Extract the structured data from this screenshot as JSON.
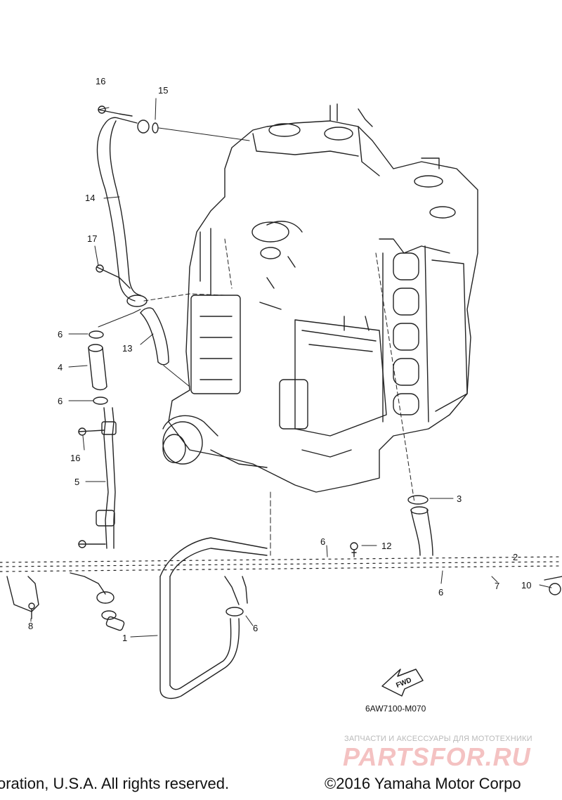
{
  "callouts": {
    "c16a": "16",
    "c15": "15",
    "c14": "14",
    "c17": "17",
    "c6a": "6",
    "c13": "13",
    "c4": "4",
    "c6b": "6",
    "c16b": "16",
    "c5": "5",
    "c3": "3",
    "c6c": "6",
    "c12": "12",
    "c2": "2",
    "c6d": "6",
    "c7": "7",
    "c10": "10",
    "c8": "8",
    "c1": "1",
    "c6e": "6"
  },
  "fwd_label": "FWD",
  "ref_code": "6AW7100-M070",
  "footer": {
    "left": "oration, U.S.A. All rights reserved.",
    "right": "©2016 Yamaha Motor Corpo"
  },
  "watermark": {
    "tagline": "ЗАПЧАСТИ И АКСЕССУАРЫ ДЛЯ МОТОТЕХНИКИ",
    "logo": "PARTSFOR.RU"
  }
}
